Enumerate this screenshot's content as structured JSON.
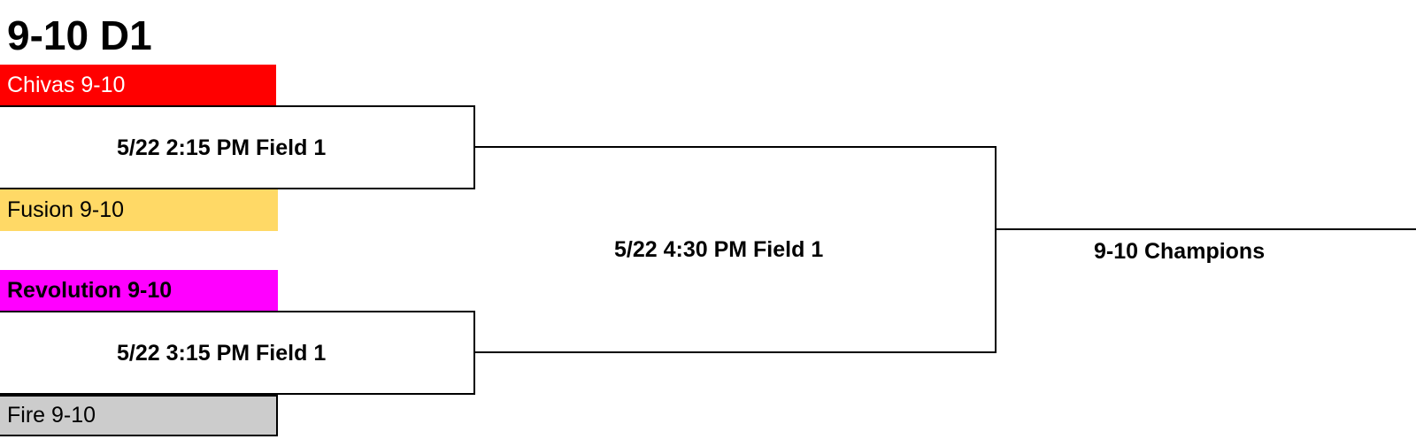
{
  "bracket": {
    "title": "9-10 D1",
    "teams": [
      {
        "name": "Chivas 9-10",
        "color": "#ff0000"
      },
      {
        "name": "Fusion 9-10",
        "color": "#ffd966"
      },
      {
        "name": "Revolution 9-10",
        "color": "#ff00ff"
      },
      {
        "name": "Fire 9-10",
        "color": "#cccccc"
      }
    ],
    "games": [
      {
        "label": "5/22 2:15 PM Field 1"
      },
      {
        "label": "5/22 3:15 PM Field 1"
      },
      {
        "label": "5/22 4:30 PM Field 1"
      }
    ],
    "champion_label": "9-10 Champions"
  }
}
